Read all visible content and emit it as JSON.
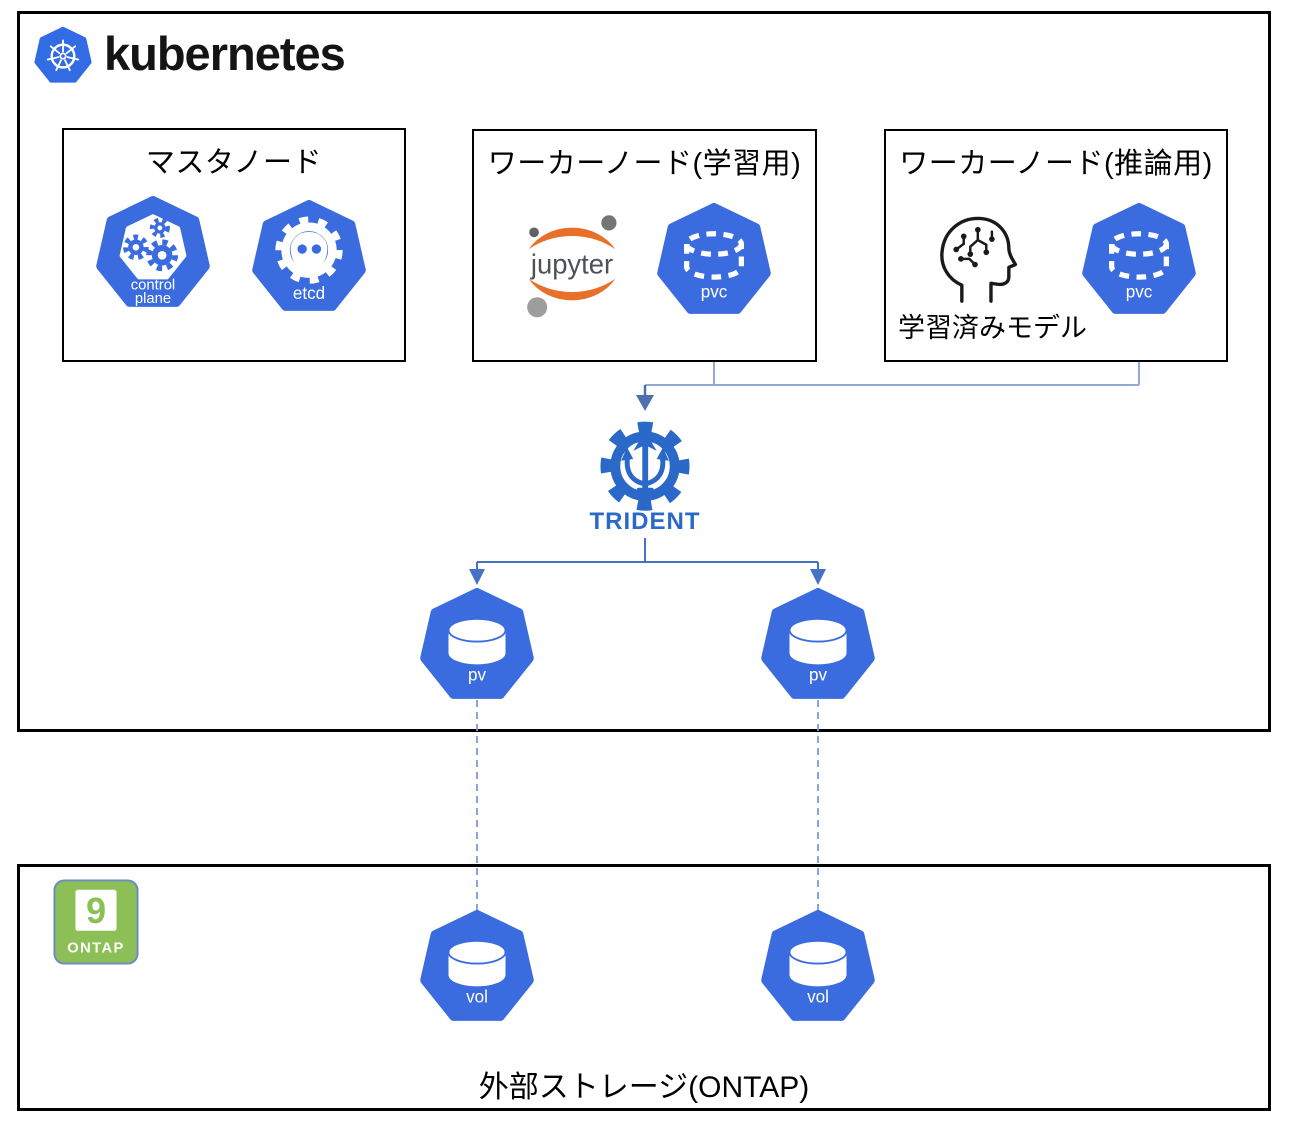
{
  "header": {
    "title": "kubernetes"
  },
  "master_node": {
    "title": "マスタノード",
    "control_plane_label_1": "control",
    "control_plane_label_2": "plane",
    "etcd_label": "etcd"
  },
  "worker_training": {
    "title": "ワーカーノード(学習用)",
    "jupyter_label": "jupyter",
    "pvc_label": "pvc"
  },
  "worker_inference": {
    "title": "ワーカーノード(推論用)",
    "model_label": "学習済みモデル",
    "pvc_label": "pvc"
  },
  "trident": {
    "label": "TRIDENT"
  },
  "pv": {
    "left_label": "pv",
    "right_label": "pv"
  },
  "storage": {
    "ontap_number": "9",
    "ontap_label": "ONTAP",
    "vol_left_label": "vol",
    "vol_right_label": "vol",
    "caption": "外部ストレージ(ONTAP)"
  },
  "colors": {
    "kubernetes_blue": "#326CE5",
    "resource_icon_blue": "#3B6CDF",
    "connector_blue": "#4472C4",
    "connector_light_blue": "#92A9DC",
    "arrowhead_steel_blue": "#4E71AD",
    "dashed_line_blue": "#7B9BD8",
    "trident_blue": "#2A69C8",
    "jupyter_orange": "#E8702A",
    "jupyter_text_gray": "#4E5254",
    "ontap_green": "#8CBF56",
    "border_black": "#000000"
  }
}
